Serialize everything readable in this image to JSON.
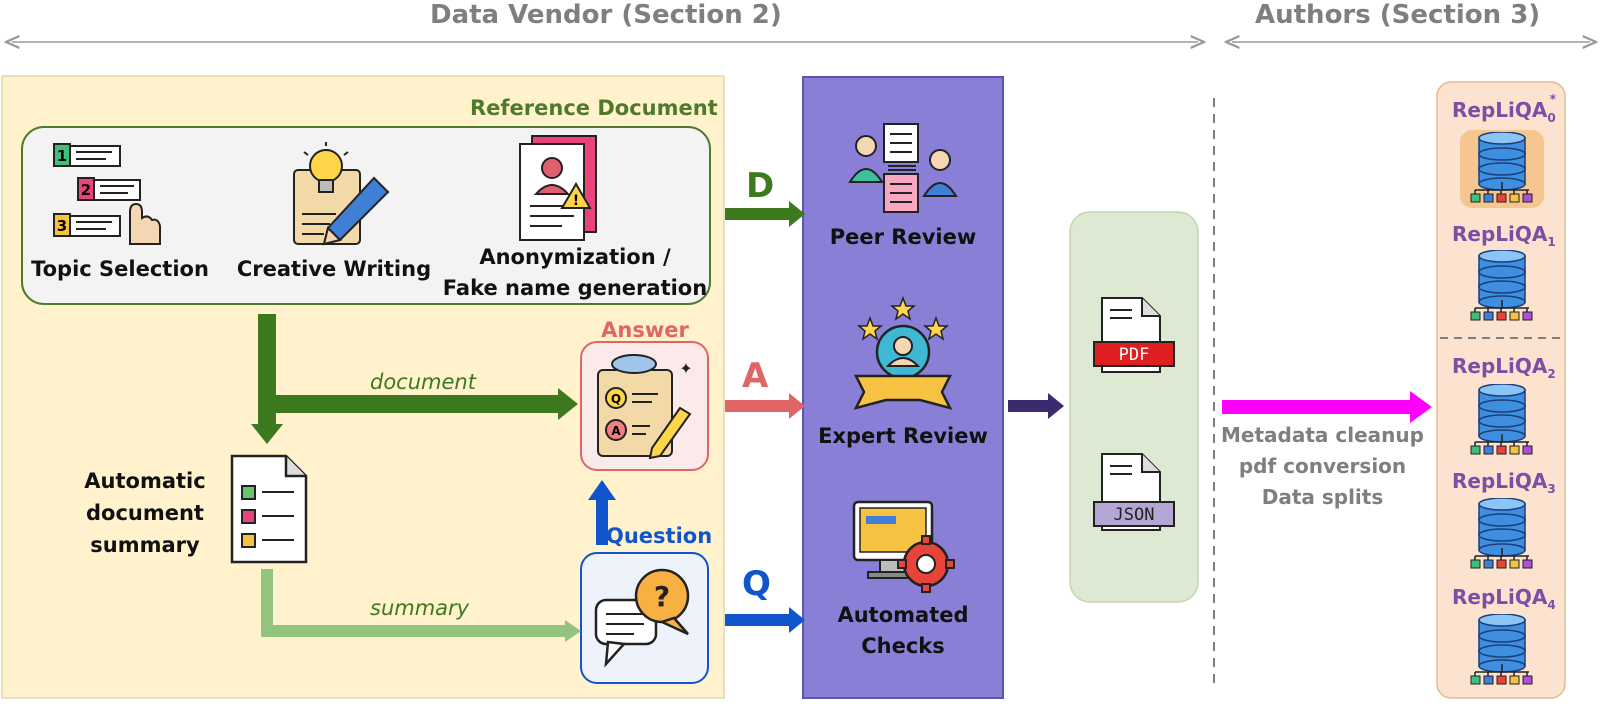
{
  "headers": {
    "vendor": "Data Vendor (Section 2)",
    "authors": "Authors (Section 3)"
  },
  "reference": {
    "title": "Reference Document",
    "topic": "Topic Selection",
    "writing": "Creative Writing",
    "anon_line1": "Anonymization /",
    "anon_line2": "Fake name generation"
  },
  "flow": {
    "document_label": "document",
    "summary_label": "summary",
    "auto_summary_line1": "Automatic",
    "auto_summary_line2": "document",
    "auto_summary_line3": "summary",
    "answer_title": "Answer",
    "question_title": "Question"
  },
  "review": {
    "letters": [
      "D",
      "A",
      "Q"
    ],
    "peer": "Peer Review",
    "expert": "Expert Review",
    "auto_line1": "Automated",
    "auto_line2": "Checks"
  },
  "formats": {
    "pdf": "PDF",
    "json": "JSON"
  },
  "authors_step": {
    "line1": "Metadata cleanup",
    "line2": "pdf conversion",
    "line3": "Data splits"
  },
  "datasets": {
    "name": "RepLiQA",
    "subs": [
      "0",
      "1",
      "2",
      "3",
      "4"
    ],
    "star": "*"
  },
  "colors": {
    "doc_green": "#3d7a1e",
    "summary_green": "#93c47d",
    "answer_red": "#e06666",
    "question_blue": "#1155cc",
    "review_purple": "#8a7fd6",
    "authors_magenta": "#ff00ff",
    "vendor_bg": "#fff2cc",
    "json_purple": "#b4a7d6",
    "pdf_red": "#e02020"
  },
  "icons": [
    "numbered-list-icon",
    "lightbulb-pen-icon",
    "anonymous-profile-icon",
    "qa-clipboard-icon",
    "checklist-icon",
    "question-chat-icon",
    "peer-review-icon",
    "expert-award-icon",
    "gear-monitor-icon",
    "pdf-file-icon",
    "json-file-icon",
    "database-icon"
  ]
}
